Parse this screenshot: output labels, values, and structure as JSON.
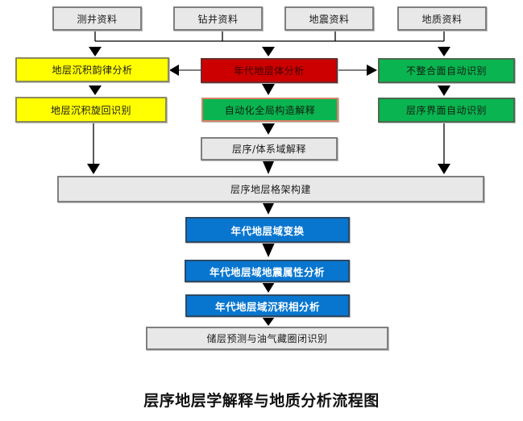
{
  "diagram": {
    "title": "层序地层学解释与地质分析流程图",
    "inputs": [
      {
        "id": "well-log",
        "label": "测井资料"
      },
      {
        "id": "drilling",
        "label": "钻井资料"
      },
      {
        "id": "seismic",
        "label": "地震资料"
      },
      {
        "id": "geology",
        "label": "地质资料"
      }
    ],
    "left_branch": [
      {
        "id": "sed-rhythm",
        "label": "地层沉积韵律分析",
        "color": "#ffff00"
      },
      {
        "id": "sed-cycle",
        "label": "地层沉积旋回识别",
        "color": "#ffff00"
      }
    ],
    "center_branch": [
      {
        "id": "chrono-volume",
        "label": "年代地层体分析",
        "color": "#cc0000"
      },
      {
        "id": "auto-structure",
        "label": "自动化全局构造解释",
        "color": "#0ab450"
      },
      {
        "id": "sequence-systems",
        "label": "层序/体系域解释",
        "color": "#e8e8e8"
      }
    ],
    "right_branch": [
      {
        "id": "unconformity",
        "label": "不整合面自动识别",
        "color": "#0ab450"
      },
      {
        "id": "sequence-boundary",
        "label": "层序界面自动识别",
        "color": "#0ab450"
      }
    ],
    "framework": {
      "id": "framework",
      "label": "层序地层格架构建",
      "color": "#e8e8e8"
    },
    "chrono_steps": [
      {
        "id": "domain-transform",
        "label": "年代地层域变换",
        "color": "#0876cf"
      },
      {
        "id": "seismic-attr",
        "label": "年代地层域地震属性分析",
        "color": "#0876cf"
      },
      {
        "id": "sed-facies",
        "label": "年代地层域沉积相分析",
        "color": "#0876cf"
      }
    ],
    "output": {
      "id": "reservoir",
      "label": "储层预测与油气藏圈闭识别",
      "color": "#e8e8e8"
    },
    "edges": [
      [
        "测井资料",
        "bus"
      ],
      [
        "钻井资料",
        "bus"
      ],
      [
        "地震资料",
        "bus"
      ],
      [
        "地质资料",
        "bus"
      ],
      [
        "bus",
        "地层沉积韵律分析"
      ],
      [
        "bus",
        "年代地层体分析"
      ],
      [
        "bus",
        "不整合面自动识别"
      ],
      [
        "年代地层体分析",
        "地层沉积韵律分析"
      ],
      [
        "年代地层体分析",
        "不整合面自动识别"
      ],
      [
        "地层沉积韵律分析",
        "地层沉积旋回识别"
      ],
      [
        "年代地层体分析",
        "自动化全局构造解释"
      ],
      [
        "自动化全局构造解释",
        "层序/体系域解释"
      ],
      [
        "不整合面自动识别",
        "层序界面自动识别"
      ],
      [
        "地层沉积旋回识别",
        "层序地层格架构建"
      ],
      [
        "层序/体系域解释",
        "层序地层格架构建"
      ],
      [
        "层序界面自动识别",
        "层序地层格架构建"
      ],
      [
        "层序地层格架构建",
        "年代地层域变换"
      ],
      [
        "年代地层域变换",
        "年代地层域地震属性分析"
      ],
      [
        "年代地层域地震属性分析",
        "年代地层域沉积相分析"
      ],
      [
        "年代地层域沉积相分析",
        "储层预测与油气藏圈闭识别"
      ]
    ]
  }
}
